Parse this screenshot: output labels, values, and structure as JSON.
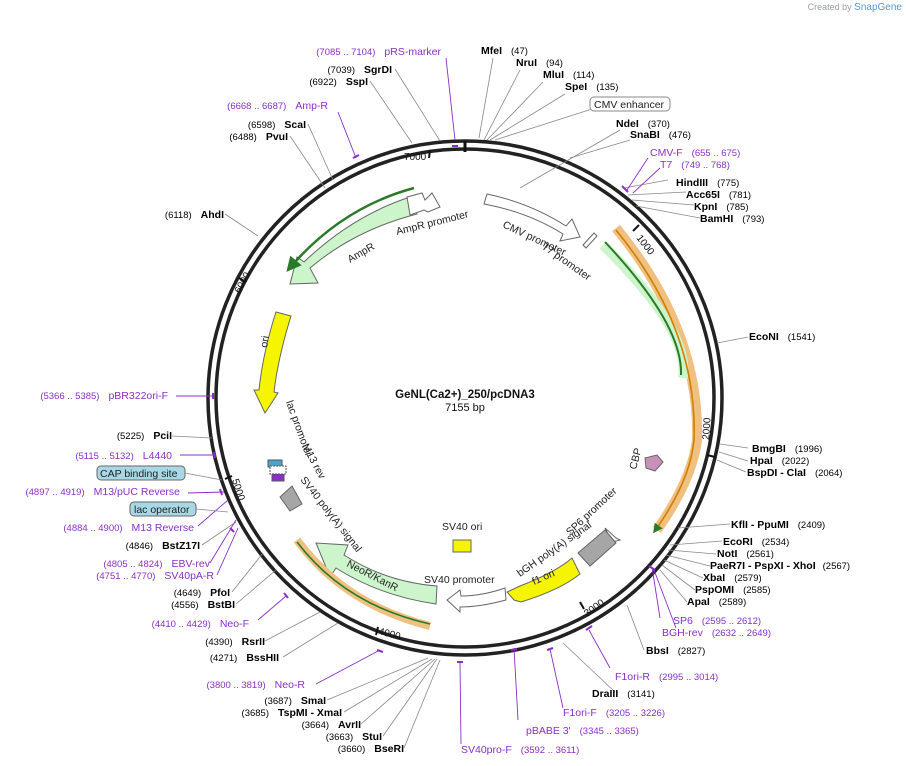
{
  "branding": {
    "created_by": "Created by",
    "app": "SnapGene"
  },
  "plasmid": {
    "name": "GeNL(Ca2+)_250/pcDNA3",
    "length_label": "7155 bp"
  },
  "colors": {
    "backbone": "#222222",
    "enzyme": "#111111",
    "primer": "#8b2fc9",
    "green_feature": "#ccf5cc",
    "yellow_feature": "#f5f500",
    "orange_feature": "#f0c080",
    "grey_feature": "#a6a6a6",
    "cap_box": "#a8d8e6",
    "cbp": "#c890b8"
  },
  "ticks": [
    "1000",
    "2000",
    "3000",
    "4000",
    "5000",
    "6000",
    "7000"
  ],
  "enzymes": [
    {
      "name": "MfeI",
      "pos": "(47)"
    },
    {
      "name": "NruI",
      "pos": "(94)"
    },
    {
      "name": "MluI",
      "pos": "(114)"
    },
    {
      "name": "SpeI",
      "pos": "(135)"
    },
    {
      "name": "NdeI",
      "pos": "(370)"
    },
    {
      "name": "SnaBI",
      "pos": "(476)"
    },
    {
      "name": "HindIII",
      "pos": "(775)"
    },
    {
      "name": "Acc65I",
      "pos": "(781)"
    },
    {
      "name": "KpnI",
      "pos": "(785)"
    },
    {
      "name": "BamHI",
      "pos": "(793)"
    },
    {
      "name": "EcoNI",
      "pos": "(1541)"
    },
    {
      "name": "BmgBI",
      "pos": "(1996)"
    },
    {
      "name": "HpaI",
      "pos": "(2022)"
    },
    {
      "name": "BspDI - ClaI",
      "pos": "(2064)"
    },
    {
      "name": "KflI - PpuMI",
      "pos": "(2409)"
    },
    {
      "name": "EcoRI",
      "pos": "(2534)"
    },
    {
      "name": "NotI",
      "pos": "(2561)"
    },
    {
      "name": "PaeR7I - PspXI - XhoI",
      "pos": "(2567)"
    },
    {
      "name": "XbaI",
      "pos": "(2579)"
    },
    {
      "name": "PspOMI",
      "pos": "(2585)"
    },
    {
      "name": "ApaI",
      "pos": "(2589)"
    },
    {
      "name": "BbsI",
      "pos": "(2827)"
    },
    {
      "name": "DraIII",
      "pos": "(3141)"
    },
    {
      "name": "BseRI",
      "pos": "(3660)"
    },
    {
      "name": "StuI",
      "pos": "(3663)"
    },
    {
      "name": "AvrII",
      "pos": "(3664)"
    },
    {
      "name": "TspMI - XmaI",
      "pos": "(3685)"
    },
    {
      "name": "SmaI",
      "pos": "(3687)"
    },
    {
      "name": "BssHII",
      "pos": "(4271)"
    },
    {
      "name": "RsrII",
      "pos": "(4390)"
    },
    {
      "name": "BstBI",
      "pos": "(4556)"
    },
    {
      "name": "PfoI",
      "pos": "(4649)"
    },
    {
      "name": "BstZ17I",
      "pos": "(4846)"
    },
    {
      "name": "PciI",
      "pos": "(5225)"
    },
    {
      "name": "AhdI",
      "pos": "(6118)"
    },
    {
      "name": "PvuI",
      "pos": "(6488)"
    },
    {
      "name": "ScaI",
      "pos": "(6598)"
    },
    {
      "name": "SspI",
      "pos": "(6922)"
    },
    {
      "name": "SgrDI",
      "pos": "(7039)"
    }
  ],
  "primers": [
    {
      "name": "pRS-marker",
      "range": "(7085 .. 7104)"
    },
    {
      "name": "Amp-R",
      "range": "(6668 .. 6687)"
    },
    {
      "name": "CMV-F",
      "range": "(655 .. 675)"
    },
    {
      "name": "T7",
      "range": "(749 .. 768)"
    },
    {
      "name": "SP6",
      "range": "(2595 .. 2612)"
    },
    {
      "name": "BGH-rev",
      "range": "(2632 .. 2649)"
    },
    {
      "name": "F1ori-R",
      "range": "(2995 .. 3014)"
    },
    {
      "name": "F1ori-F",
      "range": "(3205 .. 3226)"
    },
    {
      "name": "pBABE 3'",
      "range": "(3345 .. 3365)"
    },
    {
      "name": "SV40pro-F",
      "range": "(3592 .. 3611)"
    },
    {
      "name": "Neo-R",
      "range": "(3800 .. 3819)"
    },
    {
      "name": "Neo-F",
      "range": "(4410 .. 4429)"
    },
    {
      "name": "SV40pA-R",
      "range": "(4751 .. 4770)"
    },
    {
      "name": "EBV-rev",
      "range": "(4805 .. 4824)"
    },
    {
      "name": "M13 Reverse",
      "range": "(4884 .. 4900)"
    },
    {
      "name": "M13/pUC Reverse",
      "range": "(4897 .. 4919)"
    },
    {
      "name": "L4440",
      "range": "(5115 .. 5132)"
    },
    {
      "name": "pBR322ori-F",
      "range": "(5366 .. 5385)"
    }
  ],
  "boxed_labels": [
    "CMV enhancer",
    "CAP binding site",
    "lac operator"
  ],
  "features": [
    "CMV promoter",
    "T7 promoter",
    "CBP",
    "SP6 promoter",
    "bGH poly(A) signal",
    "f1 ori",
    "SV40 ori",
    "SV40 promoter",
    "NeoR/KanR",
    "SV40 poly(A) signal",
    "M13 rev",
    "lac promoter",
    "ori",
    "AmpR",
    "AmpR promoter"
  ]
}
